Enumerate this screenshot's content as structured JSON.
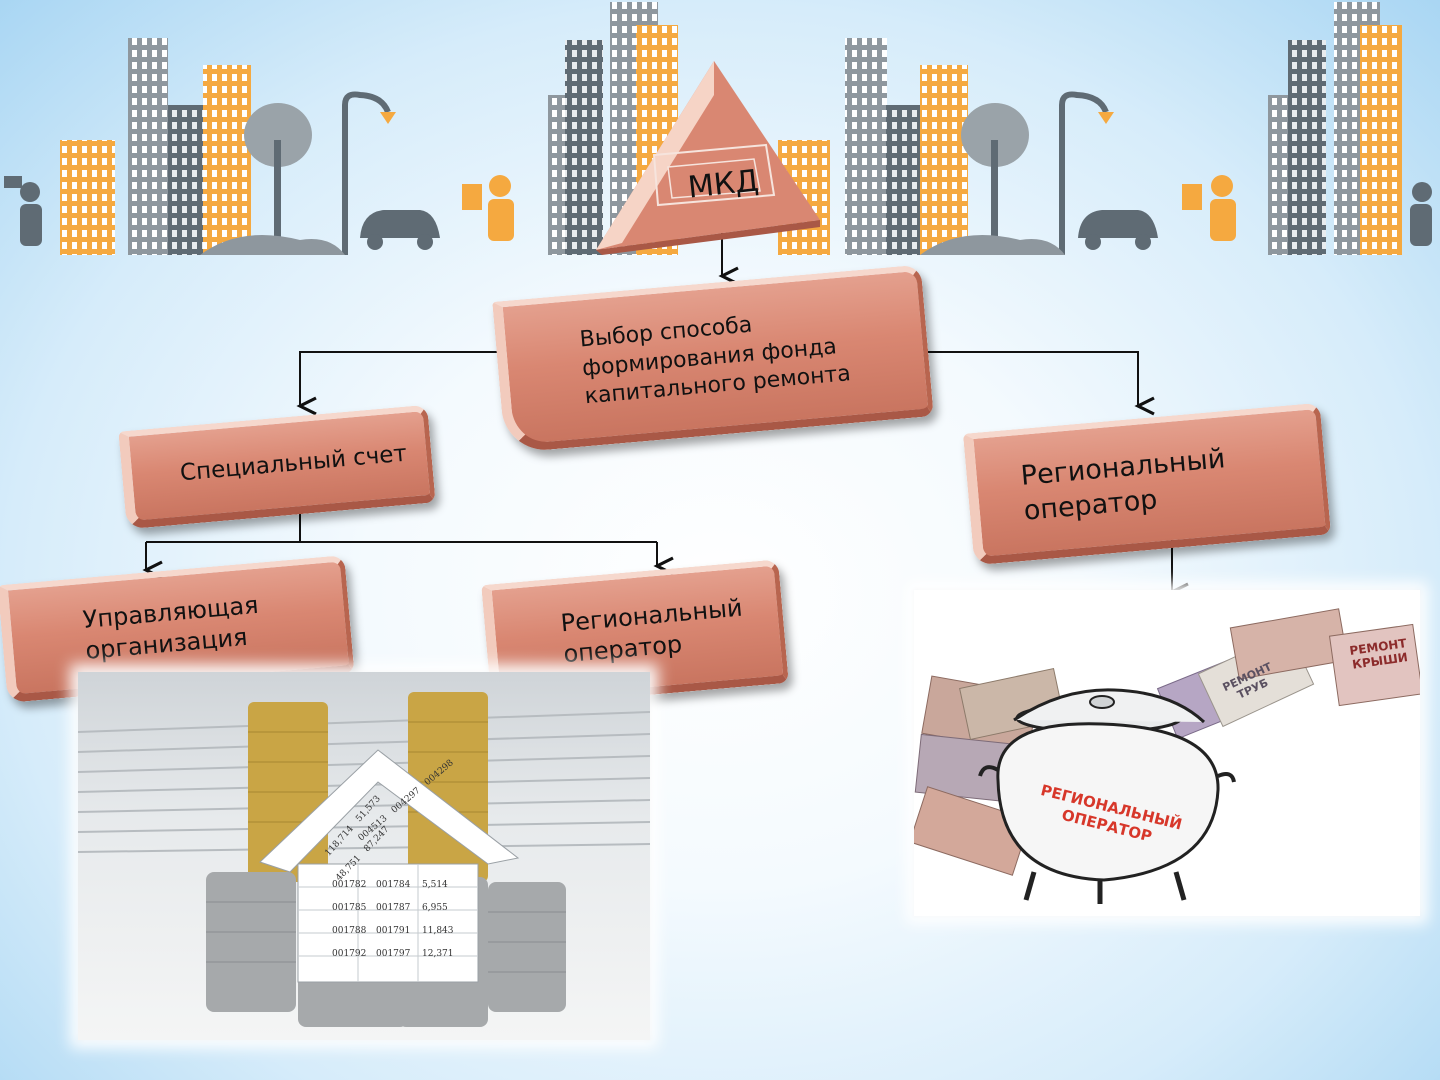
{
  "diagram": {
    "root": {
      "label": "МКД"
    },
    "choice": {
      "label": "Выбор способа формирования фонда капитального ремонта"
    },
    "special_account": {
      "label": "Специальный счет"
    },
    "regional_operator_right": {
      "label": "Региональный оператор"
    },
    "management_org": {
      "label": "Управляющая организация"
    },
    "regional_operator_mid": {
      "label": "Региональный оператор"
    }
  },
  "illustrations": {
    "pot_label": "РЕГИОНАЛЬНЫЙ ОПЕРАТОР",
    "banknote_labels": [
      "РЕМОНТ КРЫШИ",
      "РЕМОНТ ТРУБ"
    ],
    "ledger_numbers": [
      "001782",
      "001784",
      "5,514",
      "001785",
      "001787",
      "6,955",
      "001788",
      "001791",
      "11,843",
      "001792",
      "001797",
      "12,371",
      "004513",
      "004297",
      "004298",
      "118,714",
      "51,573",
      "48,751",
      "87,247"
    ]
  },
  "colors": {
    "box_fill": "#d98772",
    "building_orange": "#f5a940",
    "building_gray": "#8e979e",
    "building_dark": "#5f6b74",
    "connector": "#111111"
  }
}
